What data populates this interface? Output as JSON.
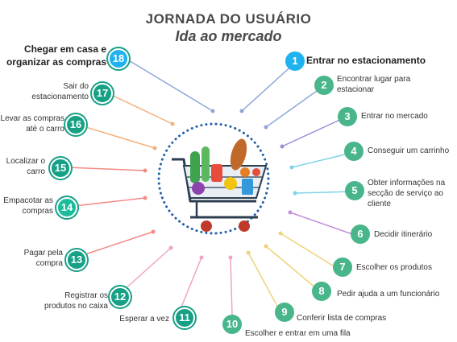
{
  "title": "JORNADA DO USUÁRIO",
  "subtitle": "Ida ao mercado",
  "center_icon": "shopping-cart-with-groceries-icon",
  "steps": [
    {
      "n": "1",
      "label": "Entrar no estacionamento",
      "color": "#1fb2ef"
    },
    {
      "n": "2",
      "label": "Encontrar lugar para estacionar",
      "color": "#48b58a"
    },
    {
      "n": "3",
      "label": "Entrar no mercado",
      "color": "#48b58a"
    },
    {
      "n": "4",
      "label": "Conseguir um carrinho",
      "color": "#48b58a"
    },
    {
      "n": "5",
      "label": "Obter informações na secção de serviço ao cliente",
      "color": "#48b58a"
    },
    {
      "n": "6",
      "label": "Decidir itinerário",
      "color": "#48b58a"
    },
    {
      "n": "7",
      "label": "Escolher os produtos",
      "color": "#48b58a"
    },
    {
      "n": "8",
      "label": "Pedir ajuda a um funcionário",
      "color": "#48b58a"
    },
    {
      "n": "9",
      "label": "Conferir lista de compras",
      "color": "#48b58a"
    },
    {
      "n": "10",
      "label": "Escolher e entrar em uma fila",
      "color": "#48b58a"
    },
    {
      "n": "11",
      "label": "Esperar a vez",
      "color": "#16a085"
    },
    {
      "n": "12",
      "label": "Registrar os produtos no caixa",
      "color": "#16a085"
    },
    {
      "n": "13",
      "label": "Pagar pela compra",
      "color": "#16a085"
    },
    {
      "n": "14",
      "label": "Empacotar as compras",
      "color": "#1abc9c"
    },
    {
      "n": "15",
      "label": "Localizar o carro",
      "color": "#16a085"
    },
    {
      "n": "16",
      "label": "Levar as compras até o carro",
      "color": "#16a085"
    },
    {
      "n": "17",
      "label": "Sair do estacionamento",
      "color": "#16a085"
    },
    {
      "n": "18",
      "label": "Chegar em casa e organizar as compras",
      "color": "#1fb2ef"
    }
  ]
}
